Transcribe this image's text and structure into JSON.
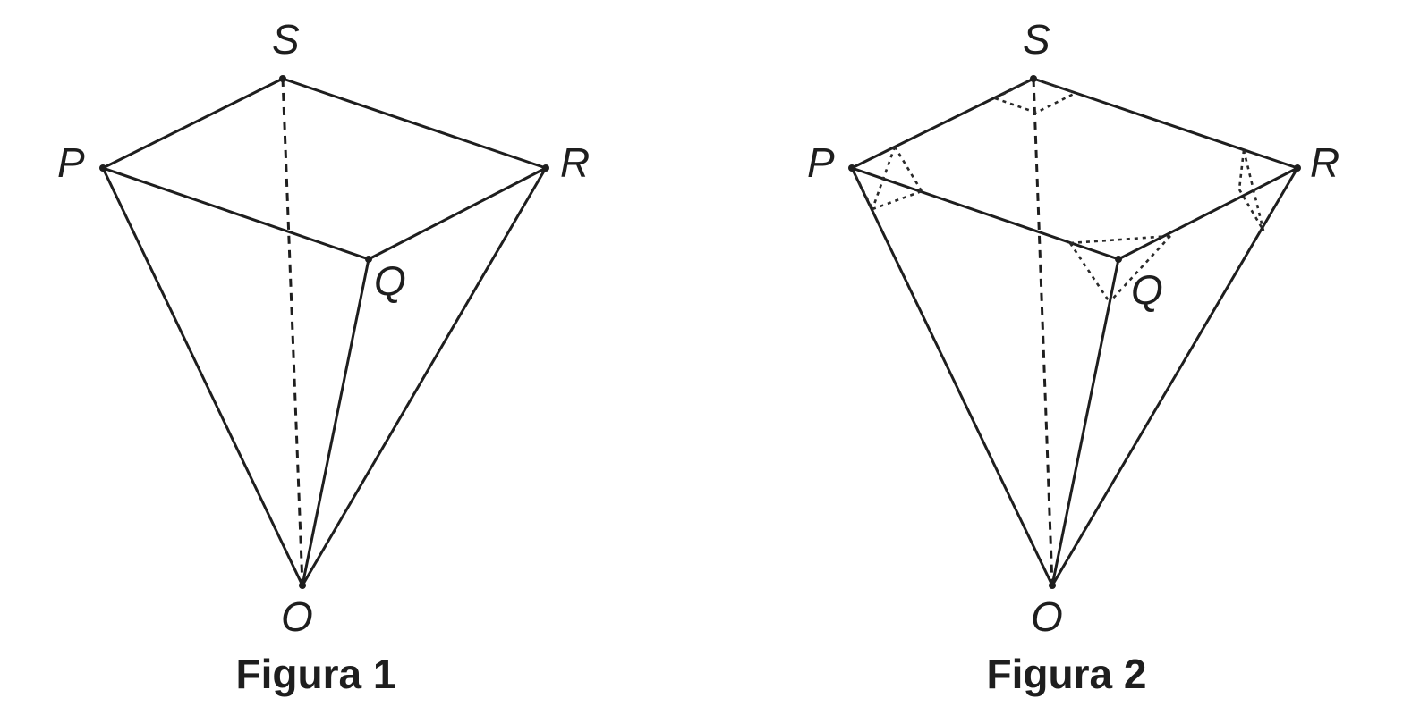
{
  "figures": [
    {
      "caption": "Figura 1",
      "vertices": {
        "S": "S",
        "P": "P",
        "R": "R",
        "Q": "Q",
        "O": "O"
      }
    },
    {
      "caption": "Figura 2",
      "vertices": {
        "S": "S",
        "P": "P",
        "R": "R",
        "Q": "Q",
        "O": "O"
      }
    }
  ]
}
